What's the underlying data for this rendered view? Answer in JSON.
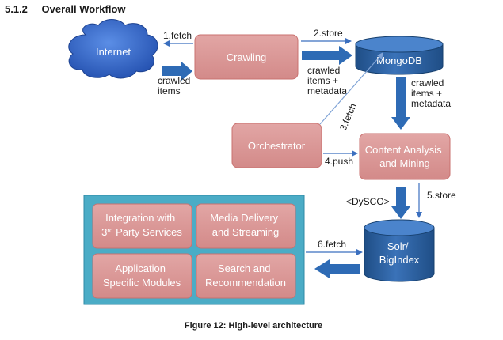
{
  "heading": {
    "number": "5.1.2",
    "title": "Overall Workflow"
  },
  "nodes": {
    "internet": "Internet",
    "crawling": "Crawling",
    "mongodb": "MongoDB",
    "orchestrator": "Orchestrator",
    "content_analysis": [
      "Content Analysis",
      "and Mining"
    ],
    "solr": [
      "Solr/",
      "BigIndex"
    ],
    "integration": [
      "Integration with",
      "3",
      "rd",
      " Party Services"
    ],
    "media": [
      "Media Delivery",
      "and Streaming"
    ],
    "application": [
      "Application",
      "Specific Modules"
    ],
    "search": [
      "Search and",
      "Recommendation"
    ]
  },
  "edges": {
    "fetch1": "1.fetch",
    "crawled_items": [
      "crawled",
      "items"
    ],
    "store2": "2.store",
    "crawled_meta_left": [
      "crawled",
      "items +",
      "metadata"
    ],
    "crawled_meta_right": [
      "crawled",
      "items +",
      "metadata"
    ],
    "fetch3": "3.fetch",
    "push4": "4.push",
    "dysco": "<DySCO>",
    "store5": "5.store",
    "fetch6": "6.fetch"
  },
  "caption": "Figure 12: High-level architecture",
  "colors": {
    "box_fill": "#d99594",
    "box_stroke": "#c0504d",
    "arrow": "#2e6bb5",
    "cylinder": "#2b5c98",
    "panel": "#4bacc6",
    "cloud": "#3a6fd0"
  }
}
